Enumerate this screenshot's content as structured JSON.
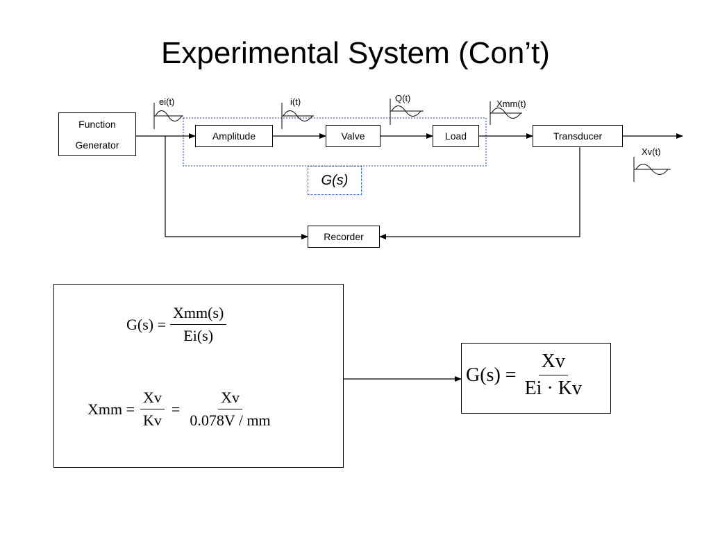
{
  "slide": {
    "title": "Experimental System (Con’t)"
  },
  "blocks": {
    "function_generator_line1": "Function",
    "function_generator_line2": "Generator",
    "amplitude": "Amplitude",
    "valve": "Valve",
    "load": "Load",
    "transducer": "Transducer",
    "recorder": "Recorder",
    "gs": "G(s)"
  },
  "signals": {
    "ei": "ei(t)",
    "i": "i(t)",
    "q": "Q(t)",
    "xmm": "Xmm(t)",
    "xv": "Xv(t)"
  },
  "equations": {
    "eq1": {
      "lhs": "G(s) =",
      "num": "Xmm(s)",
      "den": "Ei(s)"
    },
    "eq2": {
      "lhs": "Xmm =",
      "frac1_num": "Xv",
      "frac1_den": "Kv",
      "frac2_num": "Xv",
      "frac2_den": "0.078V / mm"
    },
    "eq3": {
      "lhs": "G(s) =",
      "num": "Xv",
      "den": "Ei · Kv"
    }
  },
  "colors": {
    "dotted_box": "#1f3dbf",
    "line": "#000000"
  }
}
